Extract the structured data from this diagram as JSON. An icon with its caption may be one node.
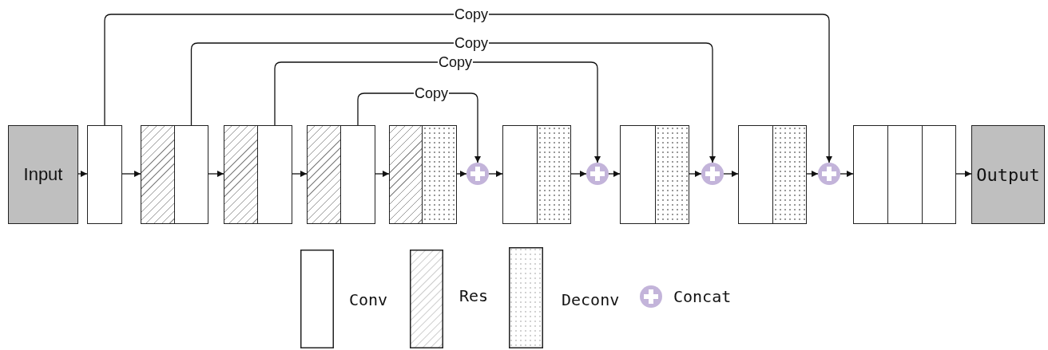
{
  "diagram": {
    "nodes": [
      {
        "text": [
          "Input"
        ]
      },
      {
        "text": [],
        "shape": "box"
      },
      {
        "text": [],
        "shape": "box"
      },
      {
        "text": [],
        "shape": "box"
      },
      {
        "text": [],
        "shape": "box"
      },
      {
        "text": [],
        "shape": "box"
      },
      {
        "text": [],
        "shape": "box"
      },
      {
        "text": [],
        "shape": "box"
      },
      {
        "text": [],
        "shape": "box"
      },
      {
        "text": [],
        "shape": "box"
      },
      {
        "text": [],
        "shape": "circle"
      },
      {
        "text": [],
        "shape": "box"
      },
      {
        "text": [],
        "shape": "box"
      },
      {
        "text": [],
        "shape": "circle"
      },
      {
        "text": [],
        "shape": "box"
      },
      {
        "text": [],
        "shape": "box"
      },
      {
        "text": [],
        "shape": "circle"
      },
      {
        "text": [],
        "shape": "box"
      },
      {
        "text": [],
        "shape": "box"
      },
      {
        "text": [],
        "shape": "circle"
      },
      {
        "text": [],
        "shape": "box"
      },
      {
        "text": [],
        "shape": "box"
      },
      {
        "text": [],
        "shape": "box"
      },
      {
        "text": [
          "Output"
        ]
      }
    ],
    "edges": [
      {
        "from": 0,
        "to": 1,
        "arrow": "to"
      },
      {
        "from": 1,
        "to": 2,
        "arrow": "to"
      },
      {
        "from": 3,
        "to": 4,
        "arrow": "to"
      },
      {
        "from": 5,
        "to": 6,
        "arrow": "to"
      },
      {
        "from": 7,
        "to": 8,
        "arrow": "to"
      },
      {
        "from": 9,
        "to": 10,
        "arrow": "to"
      },
      {
        "from": 10,
        "to": 11,
        "arrow": "to"
      },
      {
        "from": 12,
        "to": 13,
        "arrow": "to"
      },
      {
        "from": 13,
        "to": 14,
        "arrow": "to"
      },
      {
        "from": 15,
        "to": 16,
        "arrow": "to"
      },
      {
        "from": 16,
        "to": 17,
        "arrow": "to"
      },
      {
        "from": 18,
        "to": 19,
        "arrow": "to"
      },
      {
        "from": 19,
        "to": 20,
        "arrow": "to"
      },
      {
        "from": 22,
        "to": 23,
        "arrow": "to"
      },
      {
        "from": 1,
        "to": 19,
        "arrow": "to",
        "label": "Copy"
      },
      {
        "from": 3,
        "to": 16,
        "arrow": "to",
        "label": "Copy"
      },
      {
        "from": 5,
        "to": 13,
        "arrow": "to",
        "label": "Copy"
      },
      {
        "from": 7,
        "to": 10,
        "arrow": "to",
        "label": "Copy"
      }
    ],
    "legend": [
      {
        "text": "Conv"
      },
      {
        "text": "Res"
      },
      {
        "text": "Deconv"
      },
      {
        "text": "Concat"
      }
    ]
  }
}
